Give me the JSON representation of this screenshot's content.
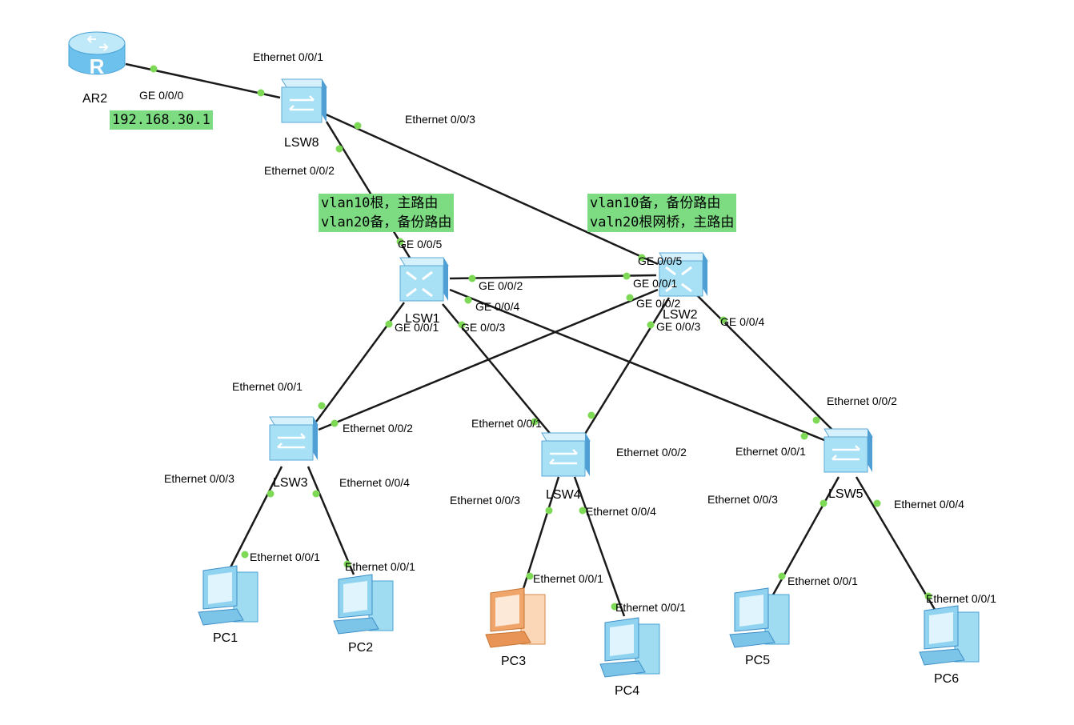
{
  "devices": {
    "ar2": "AR2",
    "lsw8": "LSW8",
    "lsw1": "LSW1",
    "lsw2": "LSW2",
    "lsw3": "LSW3",
    "lsw4": "LSW4",
    "lsw5": "LSW5",
    "pc1": "PC1",
    "pc2": "PC2",
    "pc3": "PC3",
    "pc4": "PC4",
    "pc5": "PC5",
    "pc6": "PC6"
  },
  "notes": {
    "ip": "192.168.30.1",
    "lsw1_line1": "vlan10根，主路由",
    "lsw1_line2": "vlan20备，备份路由",
    "lsw2_line1": "vlan10备，备份路由",
    "lsw2_line2": "valn20根网桥，主路由"
  },
  "ports": {
    "ar2_ge000": "GE 0/0/0",
    "lsw8_e001": "Ethernet 0/0/1",
    "lsw8_e003": "Ethernet 0/0/3",
    "lsw8_e002": "Ethernet 0/0/2",
    "lsw1_ge005": "GE 0/0/5",
    "lsw1_ge002": "GE 0/0/2",
    "lsw1_ge004": "GE 0/0/4",
    "lsw1_ge001": "GE 0/0/1",
    "lsw1_ge003": "GE 0/0/3",
    "lsw2_ge005": "GE 0/0/5",
    "lsw2_ge001": "GE 0/0/1",
    "lsw2_ge002": "GE 0/0/2",
    "lsw2_ge003": "GE 0/0/3",
    "lsw2_ge004": "GE 0/0/4",
    "lsw3_e001": "Ethernet 0/0/1",
    "lsw3_e002": "Ethernet 0/0/2",
    "lsw3_e003": "Ethernet 0/0/3",
    "lsw3_e004": "Ethernet 0/0/4",
    "lsw4_e001": "Ethernet 0/0/1",
    "lsw4_e002": "Ethernet 0/0/2",
    "lsw4_e003": "Ethernet 0/0/3",
    "lsw4_e004": "Ethernet 0/0/4",
    "lsw5_e002": "Ethernet 0/0/2",
    "lsw5_e001": "Ethernet 0/0/1",
    "lsw5_e003": "Ethernet 0/0/3",
    "lsw5_e004": "Ethernet 0/0/4",
    "pc1_e001": "Ethernet 0/0/1",
    "pc2_e001": "Ethernet 0/0/1",
    "pc3_e001": "Ethernet 0/0/1",
    "pc4_e001": "Ethernet 0/0/1",
    "pc5_e001": "Ethernet 0/0/1",
    "pc6_e001": "Ethernet 0/0/1"
  },
  "colors": {
    "link": "#1a1a1a",
    "port_dot": "#7ed957",
    "note_bg": "#7ddc82",
    "device_blue": "#9fdcf2",
    "pc3_orange": "#f0a56a"
  }
}
